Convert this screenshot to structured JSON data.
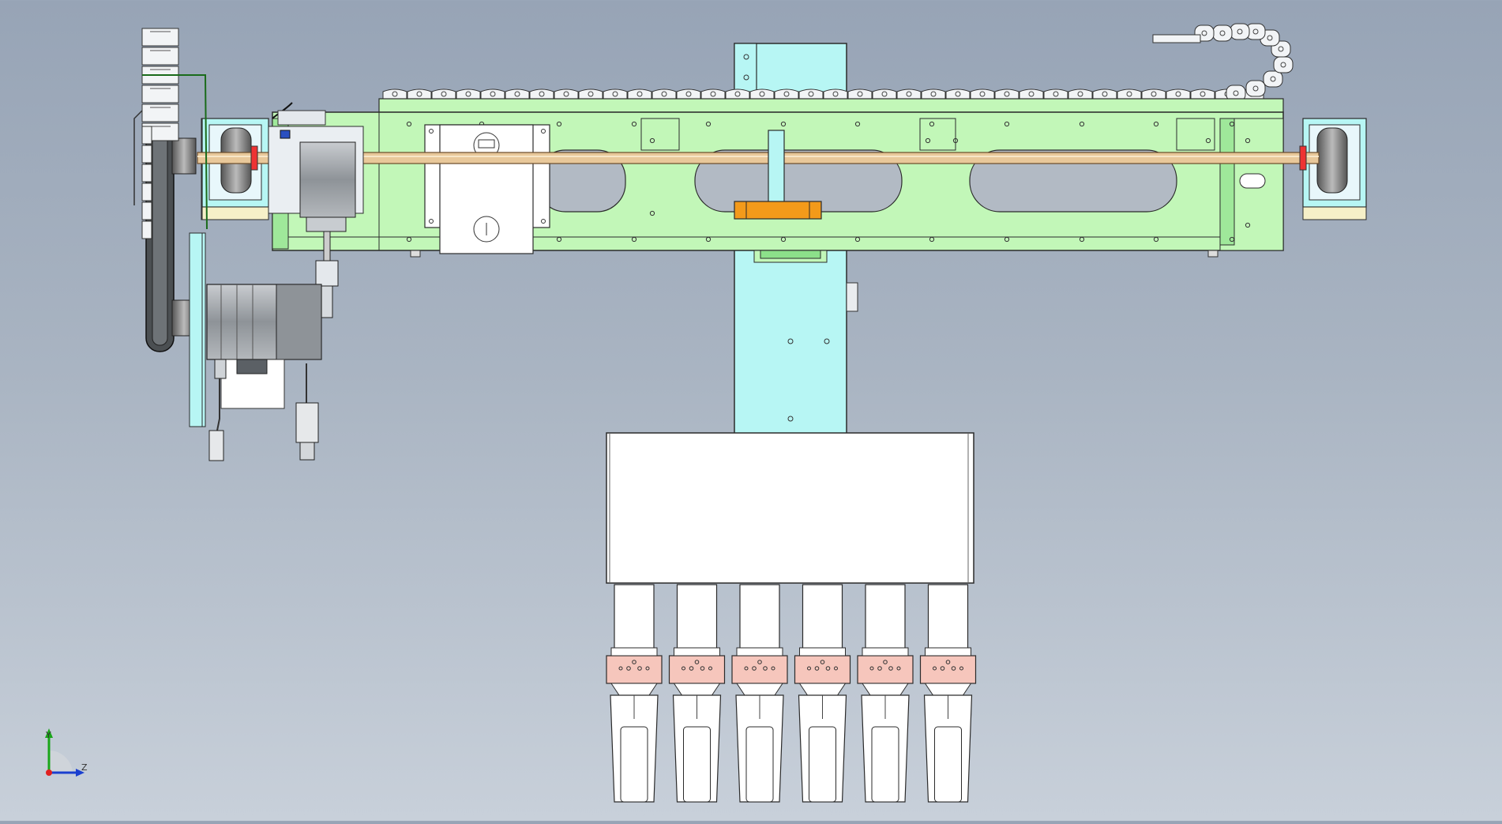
{
  "triad": {
    "y_label": "Y",
    "z_label": "Z"
  },
  "colors": {
    "frame_green": "#c2f7b8",
    "column_cyan": "#b7f6f4",
    "shaft_tan": "#e8c89a",
    "orange_block": "#f39a1a",
    "nozzle_pink": "#f6c6bc",
    "motor_gray": "#9aa0a6"
  },
  "counts": {
    "suction_nozzles": 6
  }
}
